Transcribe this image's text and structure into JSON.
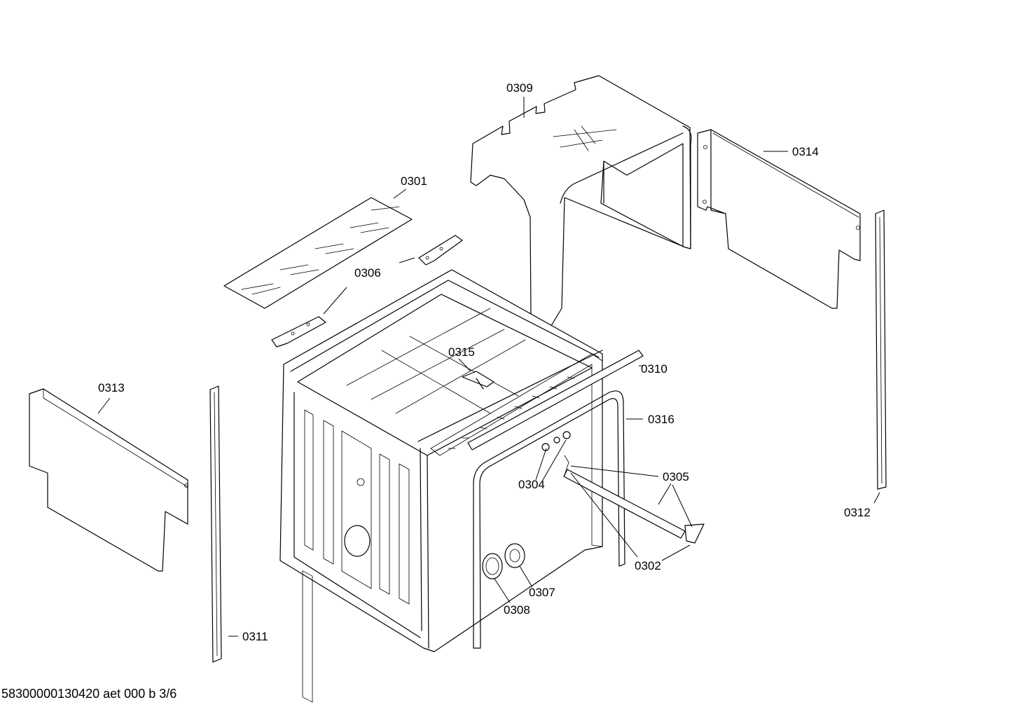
{
  "diagram": {
    "labels": {
      "p0301": "0301",
      "p0302": "0302",
      "p0304": "0304",
      "p0305": "0305",
      "p0306": "0306",
      "p0307": "0307",
      "p0308": "0308",
      "p0309": "0309",
      "p0310": "0310",
      "p0311": "0311",
      "p0312": "0312",
      "p0313": "0313",
      "p0314": "0314",
      "p0315": "0315",
      "p0316": "0316"
    },
    "footer_code": "58300000130420 aet 000 b 3/6"
  }
}
